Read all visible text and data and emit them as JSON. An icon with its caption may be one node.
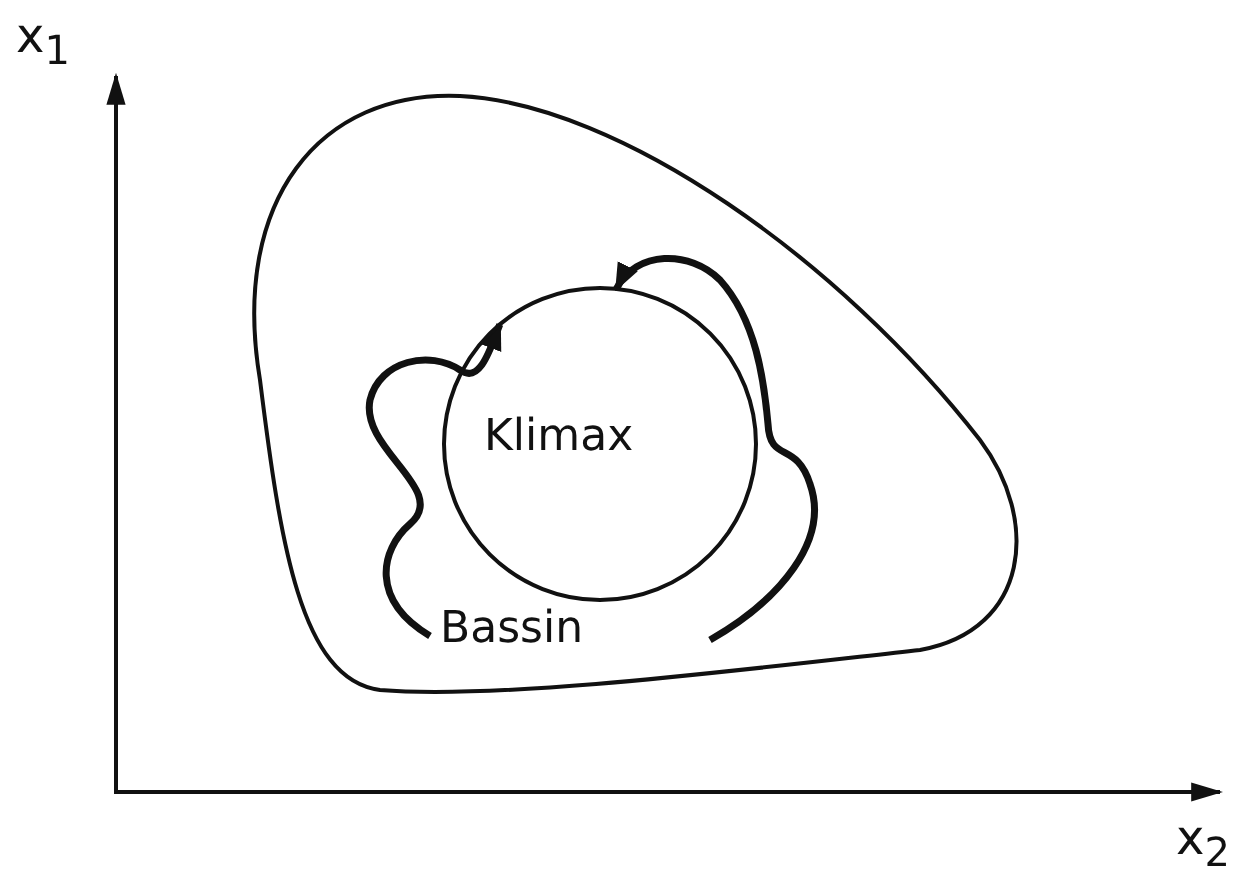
{
  "diagram": {
    "nodes": [
      {
        "text": [
          "Bassin"
        ]
      },
      {
        "text": [
          "Klimax"
        ],
        "in": 0
      }
    ],
    "edges": [
      {
        "from": null,
        "to": 1,
        "arrow": "to"
      },
      {
        "from": null,
        "to": 1,
        "arrow": "to"
      }
    ],
    "labels": [
      "x$_{1}$",
      "x$_{2}$"
    ]
  }
}
